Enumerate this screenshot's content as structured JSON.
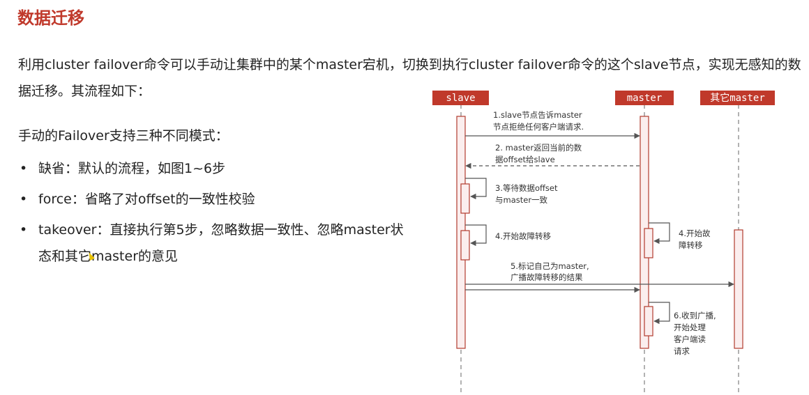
{
  "page": {
    "title": "数据迁移",
    "intro": "利用cluster failover命令可以手动让集群中的某个master宕机，切换到执行cluster failover命令的这个slave节点，实现无感知的数据迁移。其流程如下：",
    "modes_heading": "手动的Failover支持三种不同模式：",
    "modes": [
      "缺省：默认的流程，如图1~6步",
      "force：省略了对offset的一致性校验",
      "takeover：直接执行第5步，忽略数据一致性、忽略master状态和其它master的意见"
    ]
  },
  "diagram": {
    "colors": {
      "header_bg": "#c0392b",
      "header_text": "#ffffff",
      "bar_fill": "#fbeeee",
      "bar_stroke": "#b23b2e",
      "line": "#555555"
    },
    "participants": [
      "slave",
      "master",
      "其它master"
    ],
    "steps": [
      [
        "1.slave节点告诉master",
        "节点拒绝任何客户端请求."
      ],
      [
        "2. master返回当前的数",
        "据offset给slave"
      ],
      [
        "3.等待数据offset",
        "与master一致"
      ],
      [
        "4.开始故障转移"
      ],
      [
        "4.开始故",
        "障转移"
      ],
      [
        "5.标记自己为master,",
        "广播故障转移的结果"
      ],
      [
        "6.收到广播,",
        "开始处理",
        "客户端读",
        "请求"
      ]
    ]
  }
}
